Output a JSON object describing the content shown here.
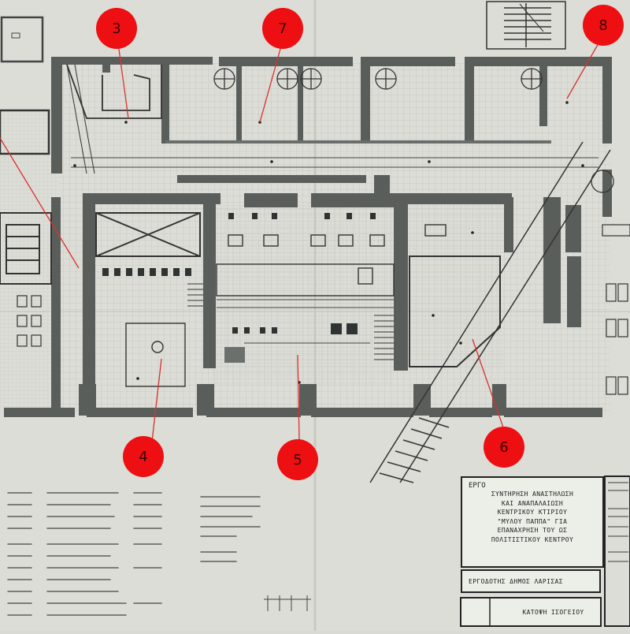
{
  "markers": [
    {
      "label": "3"
    },
    {
      "label": "7"
    },
    {
      "label": "8"
    },
    {
      "label": "4"
    },
    {
      "label": "5"
    },
    {
      "label": "6"
    }
  ],
  "title_block": {
    "heading": "ΕΡΓΟ",
    "lines": [
      "ΣΥΝΤΗΡΗΣΗ ΑΝΑΣΤΗΛΩΣΗ",
      "ΚΑΙ ΑΝΑΠΑΛΑΙΩΣΗ",
      "ΚΕΝΤΡΙΚΟΥ ΚΤΙΡΙΟΥ",
      "\"ΜΥΛΟΥ ΠΑΠΠΑ\" ΓΙΑ",
      "ΕΠΑΝΑΧΡΗΣΗ ΤΟΥ ΩΣ",
      "ΠΟΛΙΤΙΣΤΙΚΟΥ ΚΕΝΤΡΟΥ"
    ],
    "client": "ΕΡΓΟΔΟΤΗΣ ΔΗΜΟΣ ΛΑΡΙΣΑΣ",
    "drawing_title": "ΚΑΤΟΨΗ ΙΣΟΓΕΙΟΥ"
  },
  "colors": {
    "paper": "#d9dad3",
    "wall": "#555a57",
    "marker": "#ee0f12",
    "leader": "#d83030"
  }
}
